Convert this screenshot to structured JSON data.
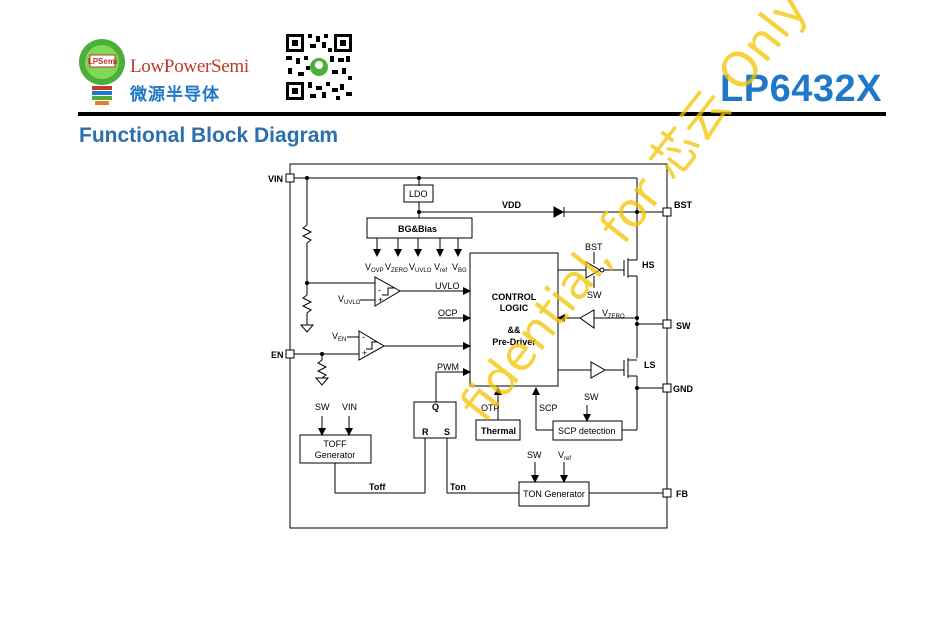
{
  "header": {
    "logo_badge": "LPSemi",
    "brand_en": "LowPowerSemi",
    "brand_cn": "微源半导体",
    "part_number": "LP6432X"
  },
  "section_title": "Functional Block Diagram",
  "diagram": {
    "pins": {
      "vin": "VIN",
      "bst": "BST",
      "sw": "SW",
      "en": "EN",
      "gnd": "GND",
      "fb": "FB"
    },
    "blocks": {
      "ldo": "LDO",
      "bg_bias": "BG&Bias",
      "control_1": "CONTROL",
      "control_2": "LOGIC",
      "control_3": "&&",
      "control_4": "Pre-Driver",
      "toff_1": "TOFF",
      "toff_2": "Generator",
      "thermal": "Thermal",
      "scp_det": "SCP detection",
      "ton_gen": "TON Generator"
    },
    "signals": {
      "vdd": "VDD",
      "uvlo": "UVLO",
      "ocp": "OCP",
      "pwm": "PWM",
      "otp": "OTP",
      "scp": "SCP",
      "toff": "Toff",
      "ton": "Ton",
      "bst_in": "BST",
      "sw_in": "SW",
      "sw_toff": "SW",
      "vin_toff": "VIN",
      "sw_scp": "SW",
      "sw_ton": "SW",
      "hs": "HS",
      "ls": "LS",
      "q": "Q",
      "r": "R",
      "s": "S",
      "vovp": "V",
      "vovp_sub": "OVP",
      "vzero": "V",
      "vzero_sub": "ZERO",
      "vuvlo": "V",
      "vuvlo_sub": "UVLO",
      "vref": "V",
      "vref_sub": "ref",
      "vbg": "V",
      "vbg_sub": "BG",
      "vuvlo_cmp": "V",
      "vuvlo_cmp_sub": "UVLO",
      "ven": "V",
      "ven_sub": "EN",
      "vzero_r": "V",
      "vzero_r_sub": "ZERO",
      "vref_ton": "V",
      "vref_ton_sub": "ref",
      "cmp_minus": "-",
      "cmp_plus": "+"
    }
  },
  "watermark": "fidential, for 芯云 Only"
}
